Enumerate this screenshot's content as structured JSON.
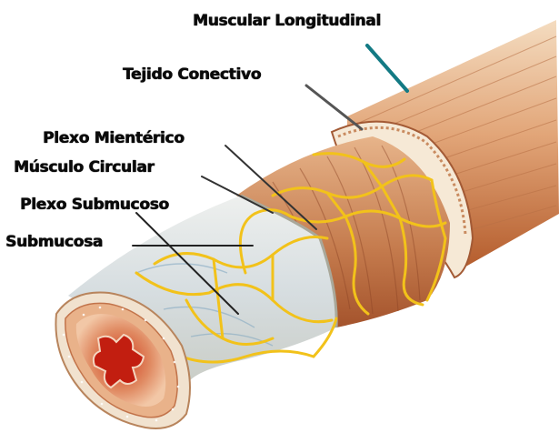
{
  "labels": {
    "muscular_longitudinal": "Muscular Longitudinal",
    "tejido_conectivo": "Tejido Conectivo",
    "plexo_mienterico": "Plexo Mientérico",
    "musculo_circular": "Músculo Circular",
    "plexo_submucoso": "Plexo Submucoso",
    "submucosa": "Submucosa"
  },
  "colors": {
    "outer_muscle": "#c8763f",
    "outer_muscle_light": "#efc9a0",
    "connective_band": "#f3e4cf",
    "circular_muscle": "#c9895a",
    "submucosa": "#d8dfe2",
    "nerve_plexus": "#f2c21a",
    "mucosa": "#b73a22",
    "leader_teal": "#137a84",
    "leader_dark": "#3a3a3a"
  }
}
